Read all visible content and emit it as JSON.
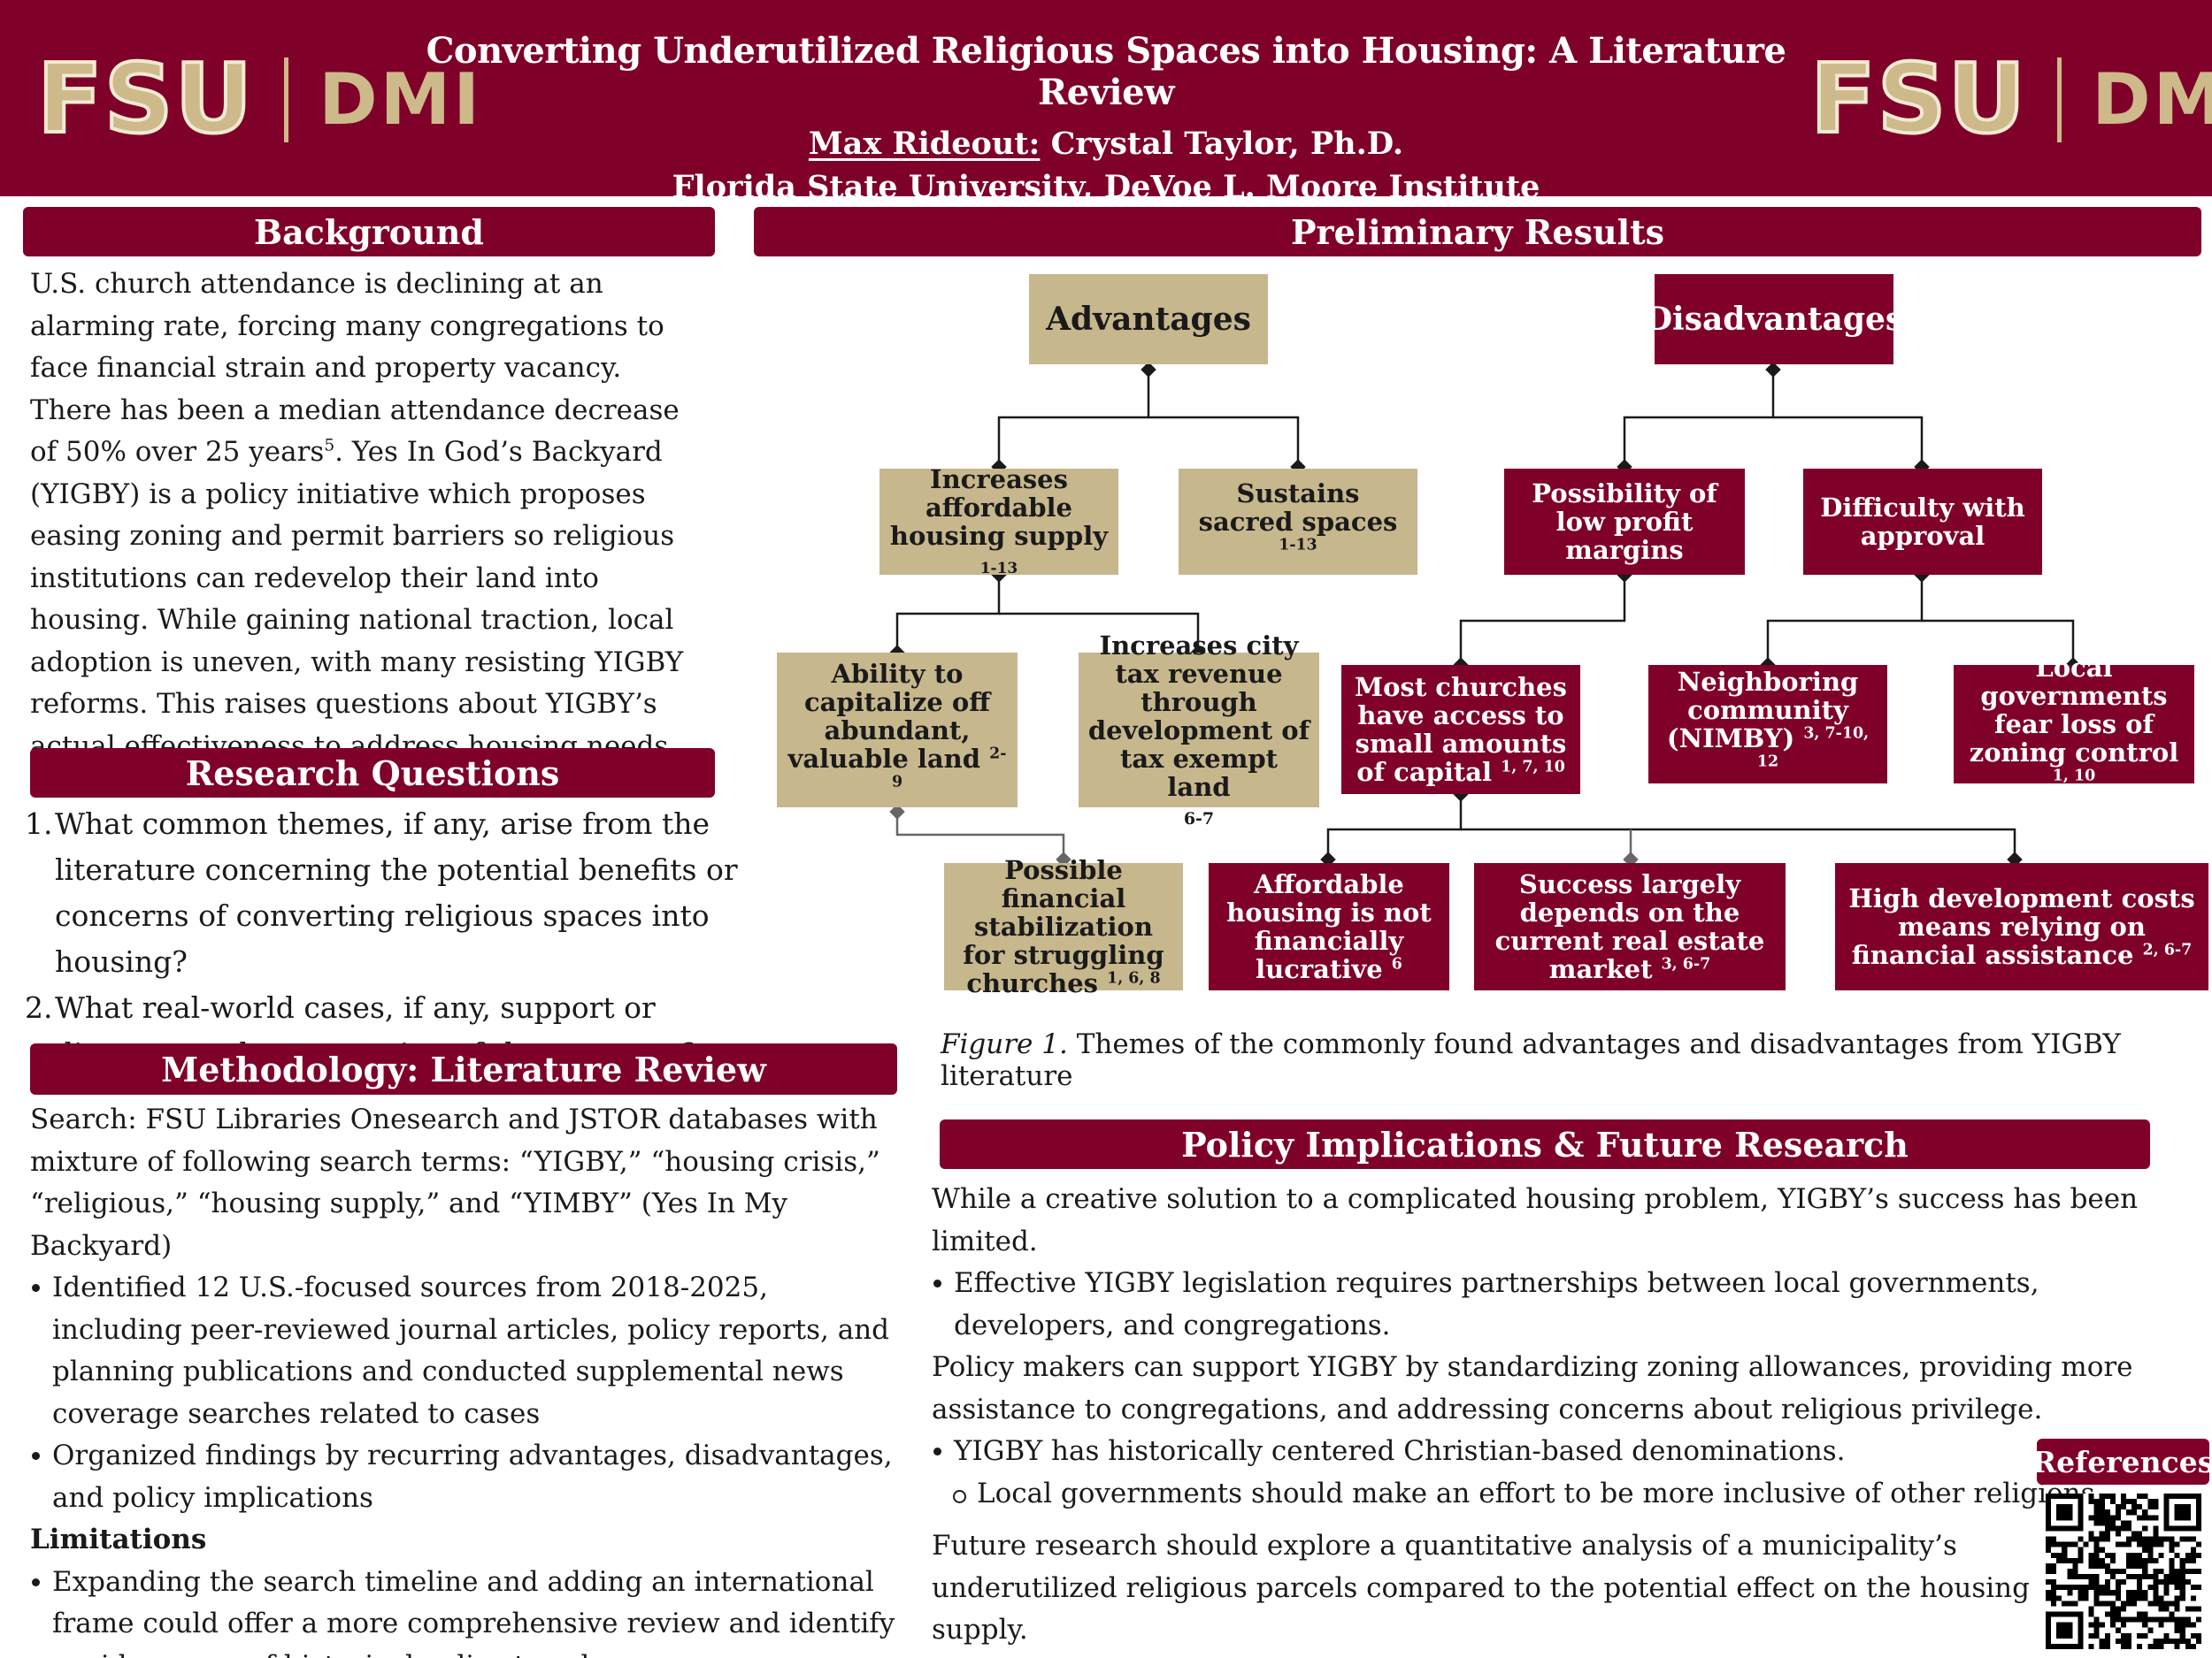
{
  "header": {
    "logo_left": {
      "fsu": "FSU",
      "dmi": "DMI"
    },
    "logo_right": {
      "fsu": "FSU",
      "dmi": "DMI"
    },
    "title": "Converting Underutilized Religious Spaces into Housing: A Literature Review",
    "presenter": "Max Rideout:",
    "coauthor": " Crystal Taylor, Ph.D.",
    "affiliation": "Florida State University, DeVoe L. Moore Institute"
  },
  "background": {
    "heading": "Background",
    "text_before_sup": "U.S. church attendance is declining at an alarming rate, forcing many congregations to face financial strain and property vacancy. There has been a median attendance decrease of 50% over 25 years",
    "sup": "5",
    "text_after_sup": ". Yes In God’s Backyard (YIGBY) is a policy initiative which proposes easing zoning and permit barriers so religious institutions can redevelop their land into housing. While gaining national traction, local adoption is uneven, with many resisting YIGBY reforms. This raises questions about YIGBY’s actual effectiveness to address housing needs."
  },
  "research_questions": {
    "heading": "Research Questions",
    "items": [
      {
        "num": "1.",
        "text": "What common themes, if any, arise from the literature concerning the potential benefits or concerns of converting religious spaces into housing?"
      },
      {
        "num": "2.",
        "text": "What real-world cases, if any, support or discourage the conversion of these spaces?"
      }
    ]
  },
  "methodology": {
    "heading": "Methodology: Literature Review",
    "search": "Search:  FSU Libraries Onesearch and JSTOR databases with mixture of following search terms: “YIGBY,” “housing crisis,” “religious,” “housing supply,” and “YIMBY” (Yes In My Backyard)",
    "bullets": [
      "Identified 12 U.S.-focused sources from 2018-2025, including peer-reviewed journal articles, policy reports, and planning publications and conducted supplemental news coverage searches related to cases",
      "Organized findings by recurring advantages, disadvantages, and policy implications"
    ],
    "limitations_label": "Limitations",
    "limitations_bullets": [
      "Expanding the search timeline and adding an international frame could offer a more comprehensive review and identify a wider array of historical policy trends"
    ]
  },
  "results": {
    "heading": "Preliminary Results",
    "advantages": {
      "label": "Advantages",
      "affordable": {
        "text": "Increases affordable housing supply",
        "sup": "1-13"
      },
      "sacred": {
        "text": "Sustains sacred spaces",
        "sup": "1-13"
      },
      "capitalize": {
        "text": "Ability to capitalize off abundant, valuable land",
        "sup": "2-9"
      },
      "tax": {
        "text": "Increases city tax revenue through development of tax exempt land",
        "sup": "6-7"
      },
      "stabilization": {
        "text": "Possible financial stabilization for struggling churches",
        "sup": "1, 6, 8"
      }
    },
    "disadvantages": {
      "label": "Disadvantages",
      "profit": {
        "text": "Possibility of low profit margins"
      },
      "approval": {
        "text": "Difficulty with approval"
      },
      "capital": {
        "text": "Most churches have access to small amounts of capital",
        "sup": "1, 7, 10"
      },
      "nimby": {
        "text": "Neighboring community (NIMBY)",
        "sup": "3, 7-10, 12"
      },
      "zoning": {
        "text": "Local governments fear loss of zoning control",
        "sup": "1, 10"
      },
      "lucrative": {
        "text": "Affordable housing is not financially lucrative",
        "sup": "6"
      },
      "market": {
        "text": "Success largely depends on the current real estate market",
        "sup": "3, 6-7"
      },
      "costs": {
        "text": "High development costs means relying on financial assistance",
        "sup": "2, 6-7"
      }
    },
    "figure_label": "Figure 1.",
    "figure_caption": " Themes of the commonly found advantages and disadvantages from YIGBY literature"
  },
  "policy": {
    "heading": "Policy Implications & Future Research",
    "intro": "While a creative solution to a complicated housing problem, YIGBY’s success has been limited.",
    "bullet1": "Effective YIGBY legislation requires partnerships between local governments, developers, and congregations.",
    "para2": "Policy makers can support YIGBY by standardizing zoning allowances, providing more assistance to congregations, and addressing concerns about religious privilege.",
    "bullet2": "YIGBY has historically centered Christian-based denominations.",
    "subbullet": "Local governments should make an effort to be more inclusive of other religions.",
    "future": "Future research should explore a quantitative analysis of a municipality’s underutilized religious parcels compared to the potential effect on the housing supply."
  },
  "references": {
    "label": "References"
  },
  "colors": {
    "garnet": "#7f0029",
    "gold": "#c7b78d",
    "logo_gold": "#cdb98a"
  },
  "icons": {
    "qr": "qr-code-icon"
  }
}
